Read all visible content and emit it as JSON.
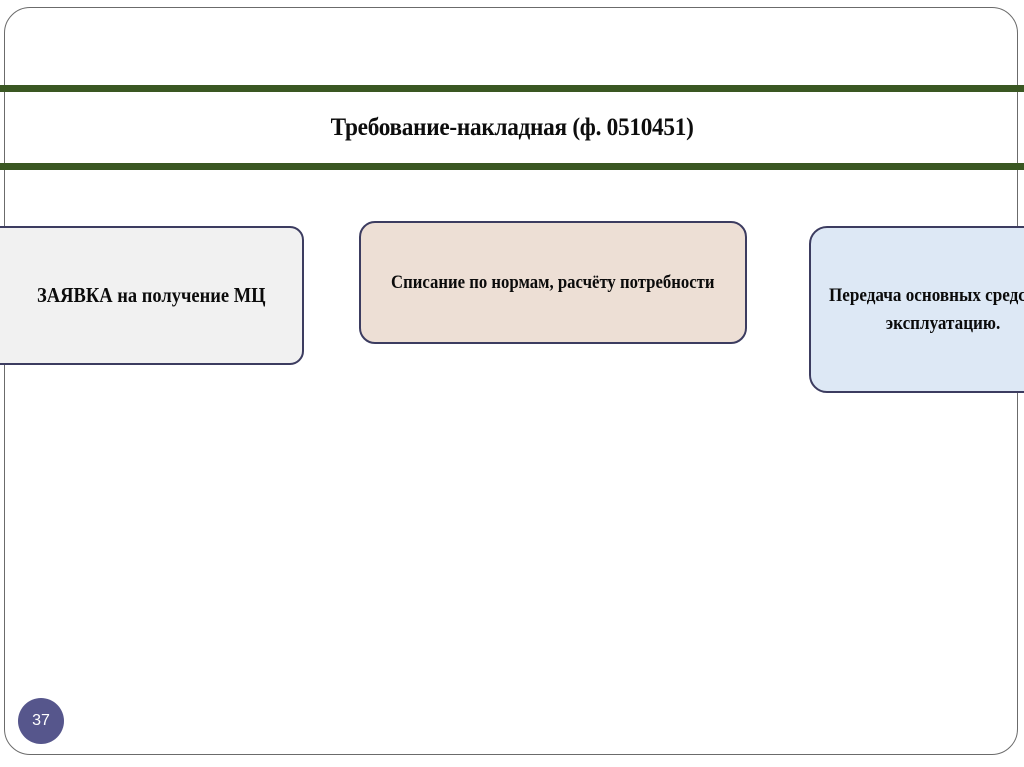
{
  "slide": {
    "title": "Требование-накладная (ф. 0510451)",
    "page_number": "37",
    "colors": {
      "rule_green": "#3a5722",
      "frame_outline": "#6b6b6b",
      "box_border": "#3c3c60",
      "box1_fill": "#f1f1f1",
      "box2_fill": "#eddfd5",
      "box3_fill": "#dde8f5",
      "badge_fill": "#56568c",
      "text": "#0b0b0b"
    }
  },
  "boxes": [
    {
      "id": "zayavka",
      "label": "ЗАЯВКА на получение МЦ",
      "fill": "#f1f1f1"
    },
    {
      "id": "spisanie",
      "label": "Списание по нормам, расчёту потребности",
      "fill": "#eddfd5"
    },
    {
      "id": "peredacha",
      "label": "Передача основных средств в эксплуатацию.",
      "fill": "#dde8f5"
    }
  ]
}
